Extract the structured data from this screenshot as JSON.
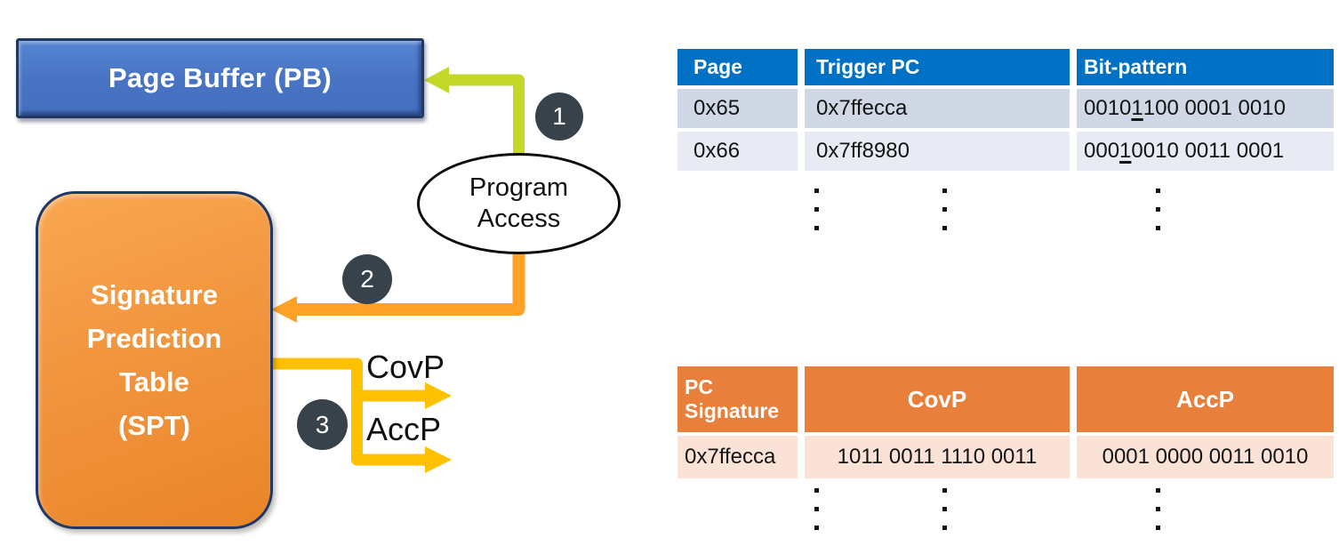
{
  "diagram": {
    "page_buffer": {
      "label": "Page Buffer (PB)"
    },
    "spt": {
      "line1": "Signature",
      "line2": "Prediction",
      "line3": "Table",
      "line4": "(SPT)"
    },
    "program_access": {
      "line1": "Program",
      "line2": "Access"
    },
    "steps": {
      "one": "1",
      "two": "2",
      "three": "3"
    },
    "outputs": {
      "covp": "CovP",
      "accp": "AccP"
    },
    "colors": {
      "pb_fill": "#4873C4",
      "spt_fill": "#F0923B",
      "box_border": "#1F3864",
      "arrow_step1": "#C4D82A",
      "arrow_step2": "#FFA227",
      "arrow_step3": "#FFC000",
      "step_badge": "#37424B",
      "table1_header": "#0071C5",
      "table1_row1": "#D1D8E5",
      "table1_row2": "#E8EBF3",
      "table2_header": "#E8803C",
      "table2_row1": "#FBE2D7"
    }
  },
  "tables": {
    "page_table": {
      "headers": [
        "Page",
        "Trigger PC",
        "Bit-pattern"
      ],
      "rows": [
        {
          "page": "0x65",
          "trigger_pc": "0x7ffecca",
          "bit_pre": "0010 ",
          "bit_u": "1",
          "bit_post": "100 0001 0010"
        },
        {
          "page": "0x66",
          "trigger_pc": "0x7ff8980",
          "bit_pre": "000",
          "bit_u": "1",
          "bit_post": " 0010 0011 0001"
        }
      ],
      "continuation_symbol": "⋮"
    },
    "spt_table": {
      "headers": [
        "PC Signature",
        "CovP",
        "AccP"
      ],
      "rows": [
        {
          "pc_signature": "0x7ffecca",
          "covp": "1011 0011 1110 0011",
          "accp": "0001 0000 0011 0010"
        }
      ],
      "continuation_symbol": "⋮"
    }
  }
}
